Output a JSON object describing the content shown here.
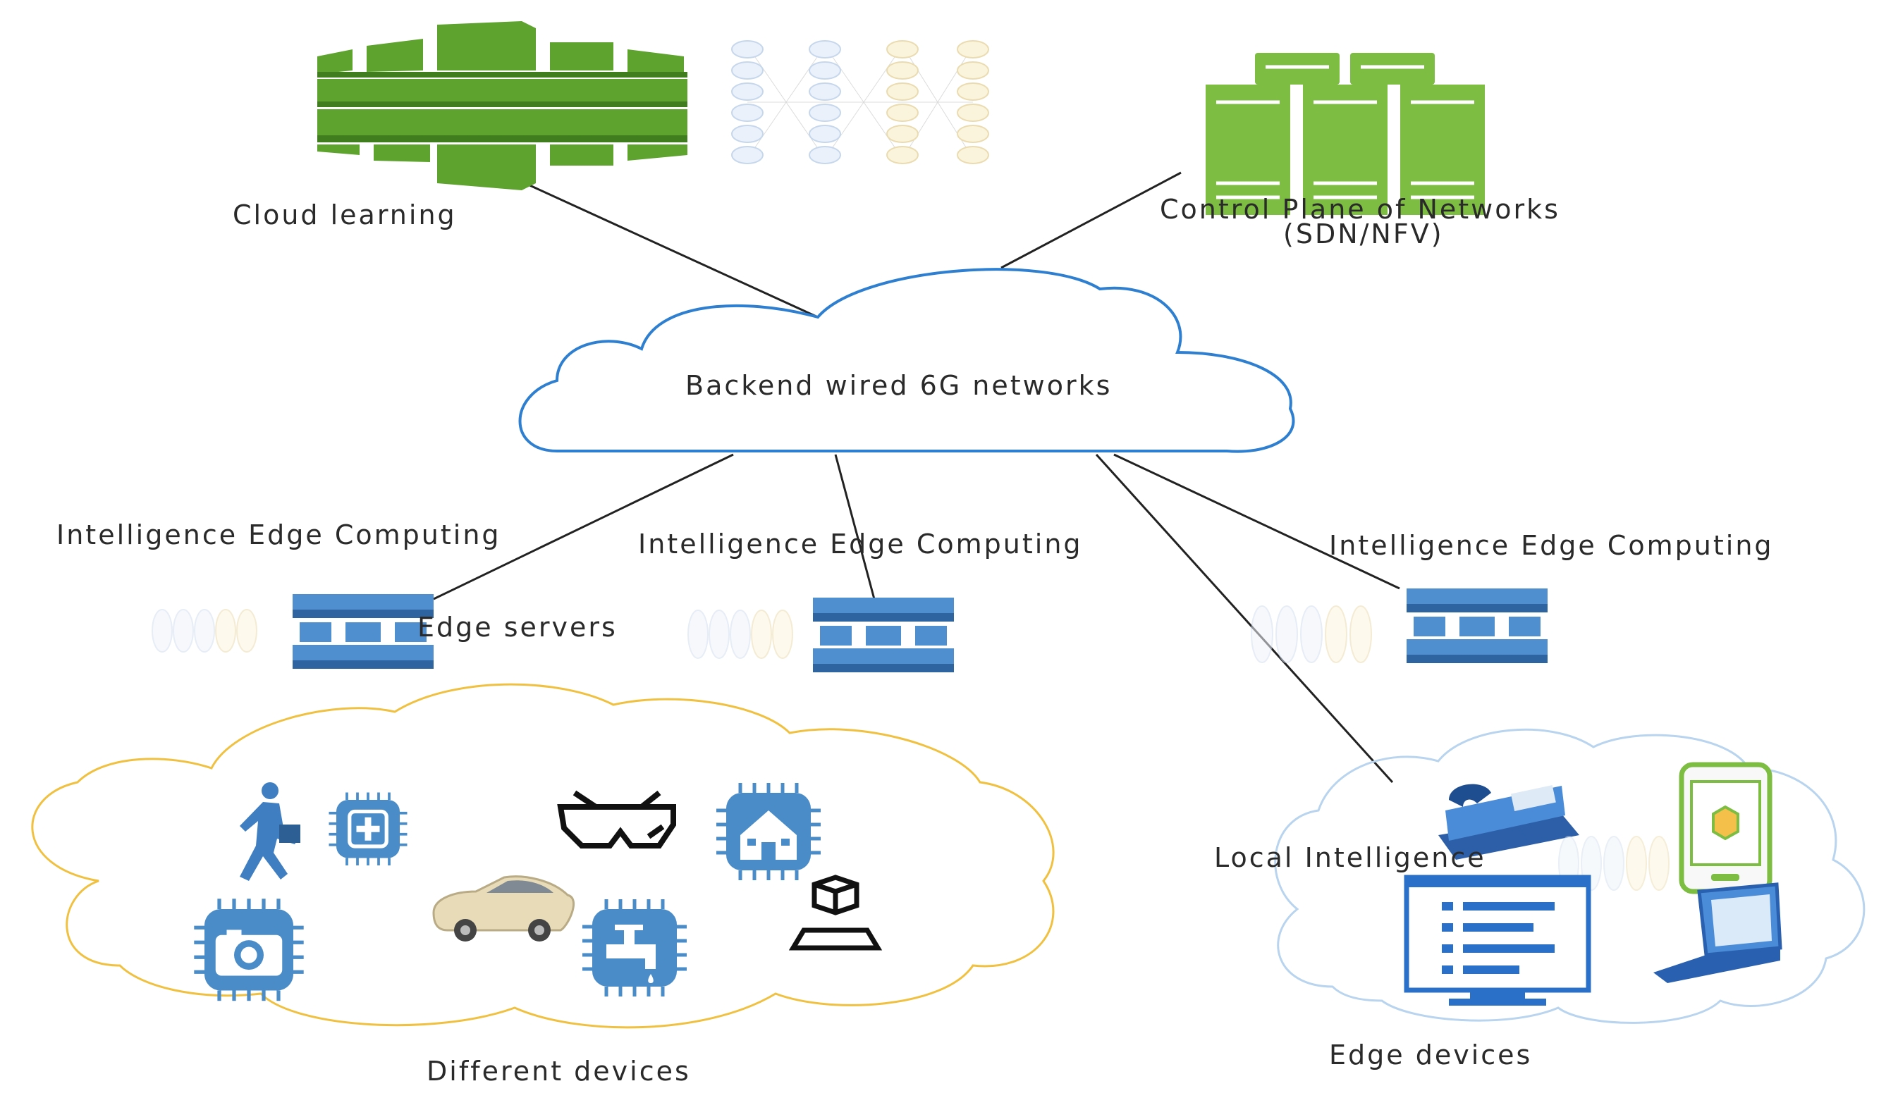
{
  "labels": {
    "cloud_learning": "Cloud learning",
    "control_plane_line1": "Control Plane of Networks",
    "control_plane_line2": "(SDN/NFV)",
    "backend": "Backend wired 6G  networks",
    "iec_left": "Intelligence Edge Computing",
    "iec_middle": "Intelligence Edge Computing",
    "iec_right": "Intelligence Edge Computing",
    "edge_servers": "Edge servers",
    "local_intelligence": "Local Intelligence",
    "different_devices": "Different  devices",
    "edge_devices": "Edge devices"
  },
  "colors": {
    "cloud_green": "#5da32e",
    "server_green": "#7cbd42",
    "edge_blue": "#3f7ec0",
    "backend_cloud_stroke": "#2f7fd0",
    "devices_cloud_stroke": "#f0c040",
    "edge_cloud_stroke": "#b8d4ee",
    "chip_blue": "#4a8cc8",
    "line": "#222222"
  },
  "icons": {
    "cloud_learning": "aws-green-stack-icon",
    "neural_net": "neural-network-icon",
    "control_plane": "server-rack-icon",
    "edge_server": "edge-server-icon",
    "devices": [
      "walking-person-icon",
      "medical-chip-icon",
      "vr-glasses-icon",
      "smart-home-chip-icon",
      "camera-chip-icon",
      "car-icon",
      "water-tap-chip-icon",
      "3d-printer-icon"
    ],
    "edge_devices": [
      "telephone-icon",
      "smartphone-icon",
      "monitor-icon",
      "laptop-icon"
    ]
  }
}
